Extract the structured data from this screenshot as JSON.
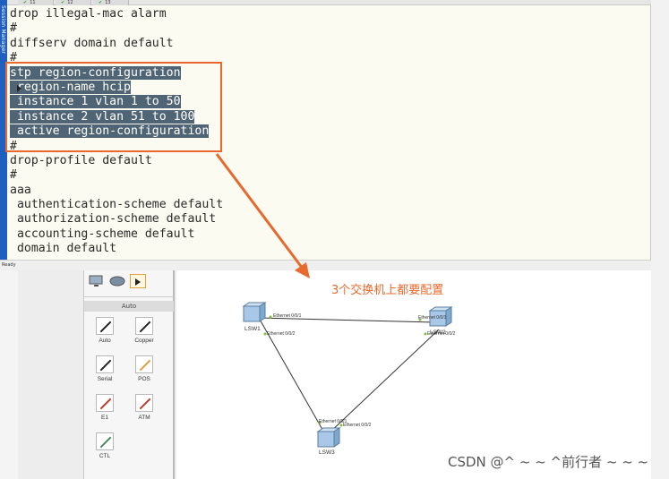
{
  "terminal": {
    "tabs": [
      {
        "label": "11"
      },
      {
        "label": "12"
      },
      {
        "label": "13"
      }
    ],
    "session_label": "Session Manager",
    "lines": [
      {
        "text": "drop illegal-mac alarm",
        "highlight": false
      },
      {
        "text": "#",
        "highlight": false
      },
      {
        "text": "diffserv domain default",
        "highlight": false
      },
      {
        "text": "#",
        "highlight": false
      },
      {
        "text": "stp region-configuration",
        "highlight": true
      },
      {
        "text": " region-name hcip",
        "highlight": true
      },
      {
        "text": " instance 1 vlan 1 to 50",
        "highlight": true
      },
      {
        "text": " instance 2 vlan 51 to 100",
        "highlight": true
      },
      {
        "text": " active region-configuration",
        "highlight": true
      },
      {
        "text": "#",
        "highlight": false
      },
      {
        "text": "drop-profile default",
        "highlight": false
      },
      {
        "text": "#",
        "highlight": false
      },
      {
        "text": "aaa",
        "highlight": false
      },
      {
        "text": " authentication-scheme default",
        "highlight": false
      },
      {
        "text": " authorization-scheme default",
        "highlight": false
      },
      {
        "text": " accounting-scheme default",
        "highlight": false
      },
      {
        "text": " domain default",
        "highlight": false
      }
    ],
    "status": "Ready"
  },
  "palette": {
    "header": "Auto",
    "items": [
      {
        "label": "Auto",
        "icon": "auto-cable-icon",
        "color": "#222222"
      },
      {
        "label": "Copper",
        "icon": "copper-cable-icon",
        "color": "#222222"
      },
      {
        "label": "Serial",
        "icon": "serial-cable-icon",
        "color": "#222222"
      },
      {
        "label": "POS",
        "icon": "pos-cable-icon",
        "color": "#e0a040"
      },
      {
        "label": "E1",
        "icon": "e1-cable-icon",
        "color": "#c0392b"
      },
      {
        "label": "ATM",
        "icon": "atm-cable-icon",
        "color": "#c0392b"
      },
      {
        "label": "CTL",
        "icon": "ctl-cable-icon",
        "color": "#4a8a5a"
      }
    ]
  },
  "annotation": "3个交换机上都要配置",
  "topology": {
    "switches": [
      {
        "name": "LSW1"
      },
      {
        "name": "LSW2"
      },
      {
        "name": "LSW3"
      }
    ],
    "ports": [
      {
        "text": "Ethernet 0/0/1"
      },
      {
        "text": "Ethernet 0/0/2"
      },
      {
        "text": "Ethernet 0/0/1"
      },
      {
        "text": "Ethernet 0/0/2"
      },
      {
        "text": "Ethernet 0/0/1"
      },
      {
        "text": "Ethernet 0/0/2"
      }
    ]
  },
  "watermark": "CSDN @^ ~ ~ ^前行者 ~ ~ ~",
  "colors": {
    "highlight_bg": "#4f6474",
    "annotation": "#e8692d",
    "link": "#333333"
  }
}
